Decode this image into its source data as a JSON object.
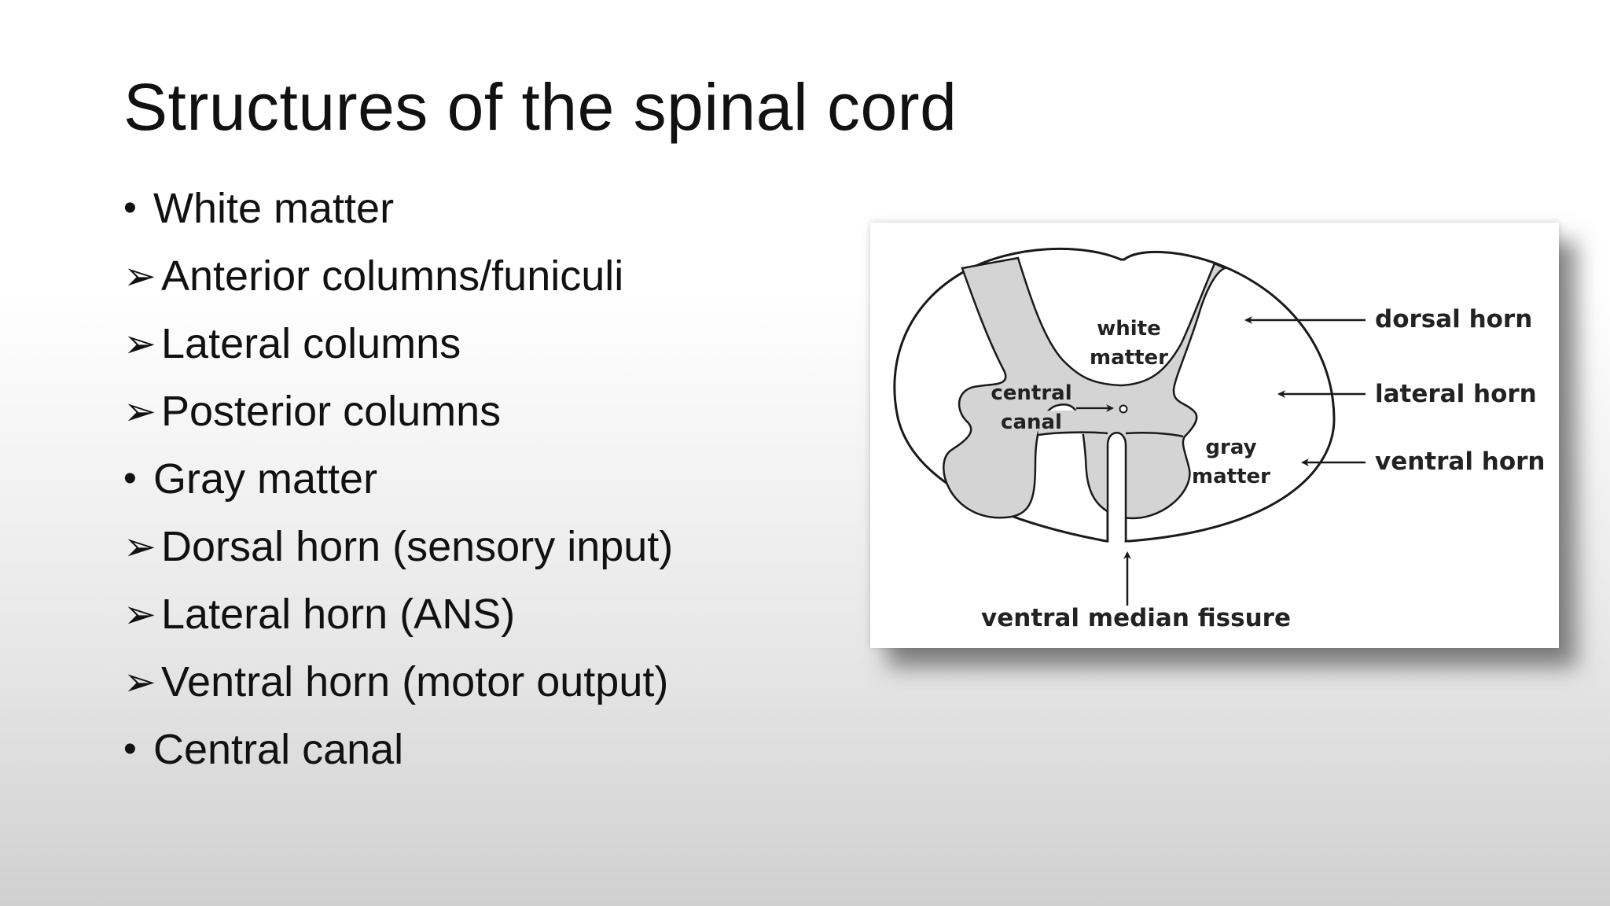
{
  "slide": {
    "title": "Structures of the spinal cord",
    "bullet_items": [
      {
        "marker": "•",
        "text": "White matter"
      },
      {
        "marker": "➢",
        "text": "Anterior columns/funiculi"
      },
      {
        "marker": "➢",
        "text": "Lateral columns"
      },
      {
        "marker": "➢",
        "text": "Posterior columns"
      },
      {
        "marker": "•",
        "text": "Gray matter"
      },
      {
        "marker": "➢",
        "text": "Dorsal horn (sensory input)"
      },
      {
        "marker": "➢",
        "text": "Lateral horn (ANS)"
      },
      {
        "marker": "➢",
        "text": "Ventral horn (motor output)"
      },
      {
        "marker": "•",
        "text": "Central canal"
      }
    ]
  },
  "diagram": {
    "labels": {
      "white_matter_1": "white",
      "white_matter_2": "matter",
      "central_canal_1": "central",
      "central_canal_2": "canal",
      "gray_matter_1": "gray",
      "gray_matter_2": "matter",
      "dorsal_horn": "dorsal horn",
      "lateral_horn": "lateral horn",
      "ventral_horn": "ventral horn",
      "ventral_median_fissure": "ventral median fissure"
    },
    "colors": {
      "gray_matter_fill": "#d4d4d4",
      "outline": "#1a1a1a"
    }
  }
}
